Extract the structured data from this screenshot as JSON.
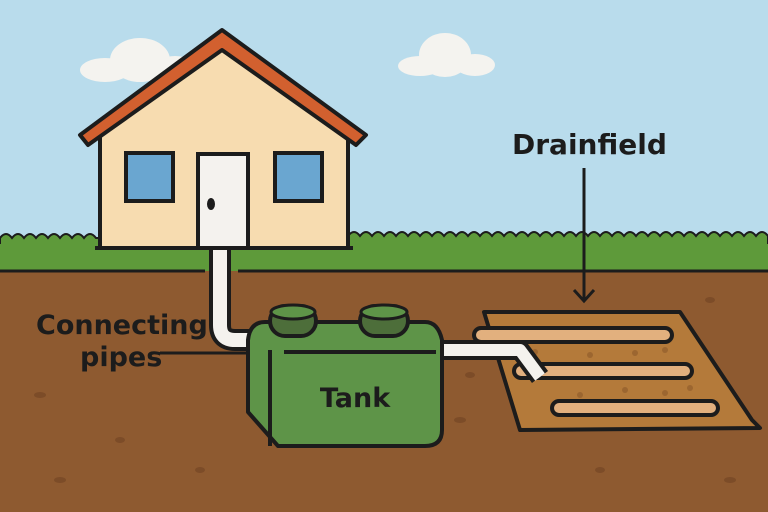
{
  "labels": {
    "drainfield": "Drainfield",
    "connecting_pipes_line1": "Connecting",
    "connecting_pipes_line2": "pipes",
    "tank": "Tank"
  },
  "colors": {
    "sky": "#b9dcec",
    "grass": "#5e9a3a",
    "soil": "#8e5a30",
    "house_wall": "#f7dcb0",
    "roof": "#d2602f",
    "window": "#6aa6d0",
    "tank": "#5e9448",
    "drainfield": "#b47a3a",
    "pipe": "#f4f2ee",
    "outline": "#1c1c1c"
  }
}
